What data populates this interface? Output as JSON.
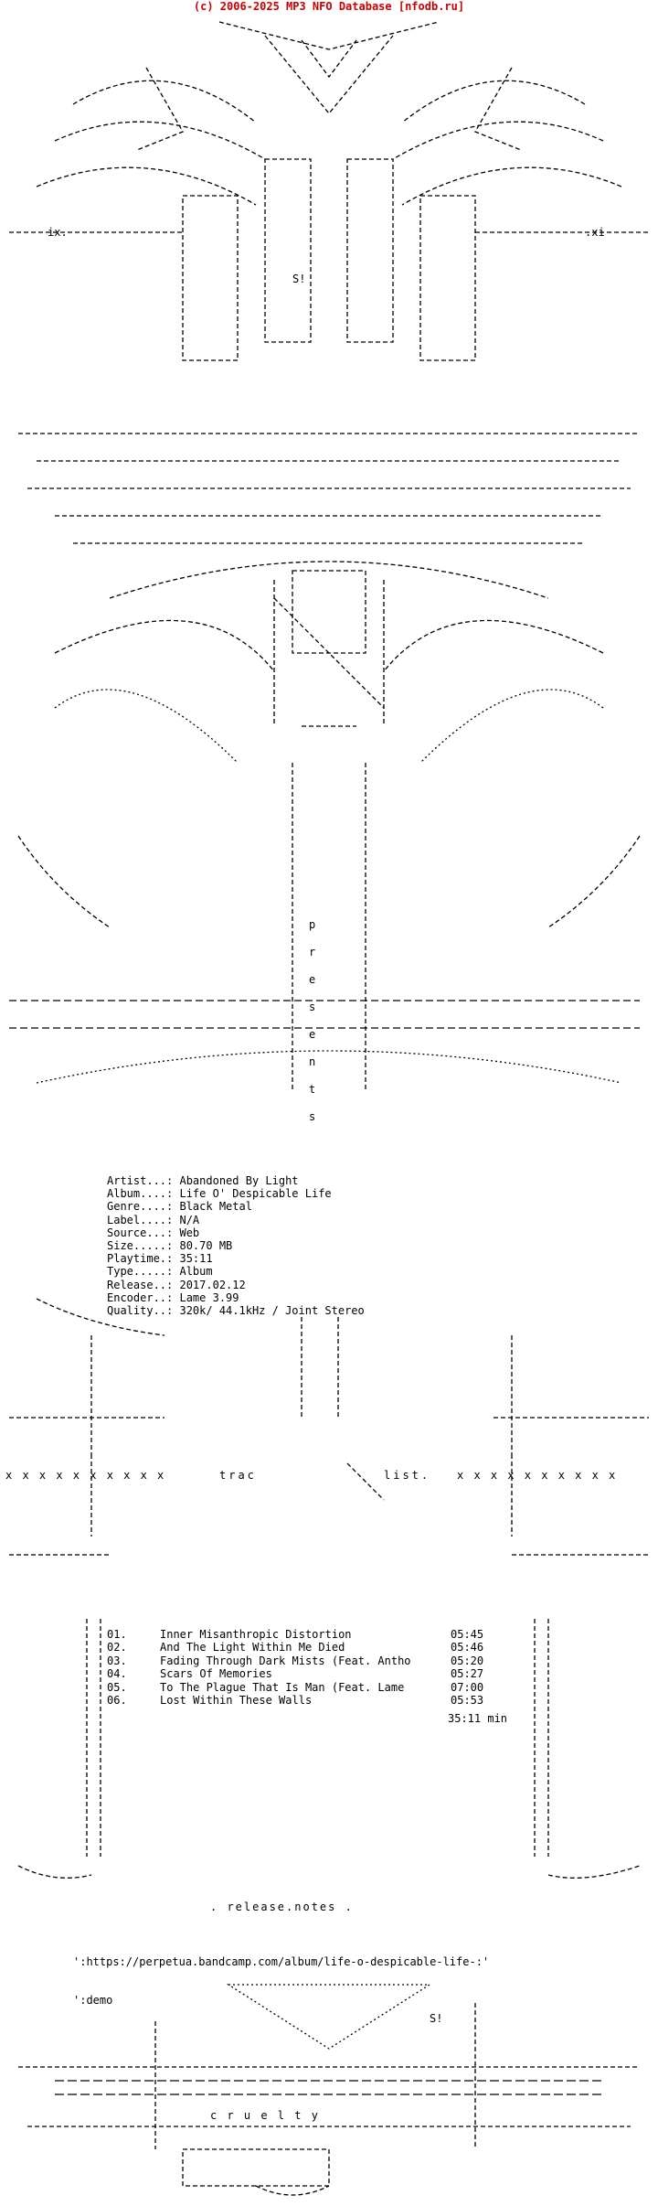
{
  "header": {
    "copyright": "(c) 2006-2025 MP3 NFO Database [nfodb.ru]"
  },
  "art": {
    "presents_letters": [
      "p",
      "r",
      "e",
      "s",
      "e",
      "n",
      "t",
      "s"
    ],
    "left_tag": "ix.",
    "right_tag": ".xi",
    "left_mark": "S!",
    "signature": "S!",
    "tracklist_left": "trac",
    "tracklist_right": "list.",
    "release_notes": ". release.notes .",
    "cruelty": "c r u e l t y",
    "x_row": "x x x x x x x x x x"
  },
  "info": {
    "rows": [
      {
        "label": "Artist...:",
        "value": "Abandoned By Light"
      },
      {
        "label": "Album....:",
        "value": "Life O' Despicable Life"
      },
      {
        "label": "Genre....:",
        "value": "Black Metal"
      },
      {
        "label": "Label....:",
        "value": "N/A"
      },
      {
        "label": "Source...:",
        "value": "Web"
      },
      {
        "label": "Size.....:",
        "value": "80.70 MB"
      },
      {
        "label": "Playtime.:",
        "value": "35:11"
      },
      {
        "label": "Type.....:",
        "value": "Album"
      },
      {
        "label": "Release..:",
        "value": "2017.02.12"
      },
      {
        "label": "Encoder..:",
        "value": "Lame 3.99"
      },
      {
        "label": "Quality..:",
        "value": "320k/ 44.1kHz / Joint Stereo"
      }
    ]
  },
  "tracks": [
    {
      "num": "01.",
      "title": "Inner Misanthropic Distortion",
      "dur": "05:45"
    },
    {
      "num": "02.",
      "title": "And The Light Within Me Died",
      "dur": "05:46"
    },
    {
      "num": "03.",
      "title": "Fading Through Dark Mists (Feat. Antho",
      "dur": "05:20"
    },
    {
      "num": "04.",
      "title": "Scars Of Memories",
      "dur": "05:27"
    },
    {
      "num": "05.",
      "title": "To The Plague That Is Man (Feat. Lame",
      "dur": "07:00"
    },
    {
      "num": "06.",
      "title": "Lost Within These Walls",
      "dur": "05:53"
    }
  ],
  "total": "35:11 min",
  "notes": {
    "url": "':https://perpetua.bandcamp.com/album/life-o-despicable-life-:'",
    "tag": "':demo"
  }
}
